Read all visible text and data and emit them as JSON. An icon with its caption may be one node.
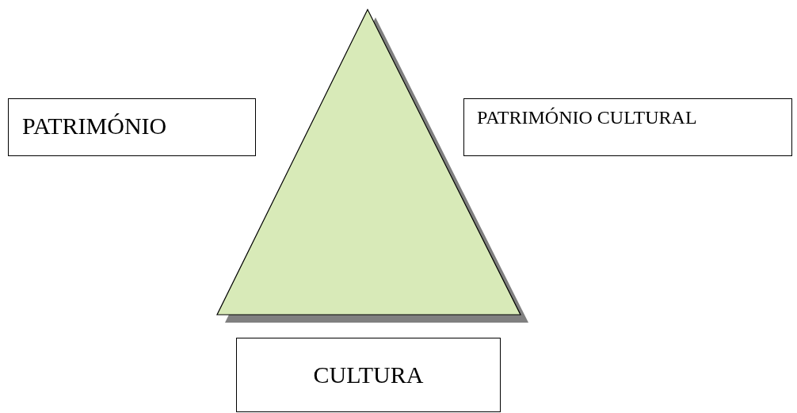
{
  "diagram": {
    "nodes": [
      {
        "text": [
          "PATRIMÓNIO"
        ]
      },
      {
        "text": [],
        "shape": "triangle"
      },
      {
        "text": [
          "PATRIMÓNIO CULTURAL"
        ]
      },
      {
        "text": [
          "CULTURA"
        ]
      }
    ]
  }
}
